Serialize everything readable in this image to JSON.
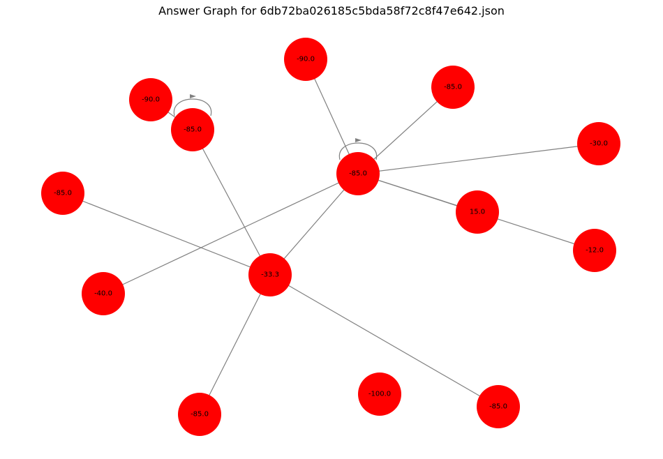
{
  "title": "Answer Graph for 6db72ba026185c5bda58f72c8f47e642.json",
  "colors": {
    "node": "#ff0000",
    "edge": "#808080",
    "label": "#000000"
  },
  "nodes": [
    {
      "id": "n_hub",
      "label": "-85.0"
    },
    {
      "id": "n_center",
      "label": "-33.3"
    },
    {
      "id": "n_upper_left",
      "label": "-85.0"
    },
    {
      "id": "n_far_upper_left",
      "label": "-90.0"
    },
    {
      "id": "n_top",
      "label": "-90.0"
    },
    {
      "id": "n_top_right",
      "label": "-85.0"
    },
    {
      "id": "n_right",
      "label": "-30.0"
    },
    {
      "id": "n_mid_right",
      "label": "15.0"
    },
    {
      "id": "n_far_right",
      "label": "-12.0"
    },
    {
      "id": "n_left",
      "label": "-85.0"
    },
    {
      "id": "n_lower_left",
      "label": "-40.0"
    },
    {
      "id": "n_bottom_left",
      "label": "-85.0"
    },
    {
      "id": "n_bottom_mid",
      "label": "-100.0"
    },
    {
      "id": "n_bottom_right",
      "label": "-85.0"
    }
  ],
  "edges": [
    {
      "source": "n_top",
      "target": "n_hub"
    },
    {
      "source": "n_hub",
      "target": "n_top_right"
    },
    {
      "source": "n_hub",
      "target": "n_right"
    },
    {
      "source": "n_hub",
      "target": "n_mid_right"
    },
    {
      "source": "n_hub",
      "target": "n_far_right"
    },
    {
      "source": "n_hub",
      "target": "n_lower_left"
    },
    {
      "source": "n_hub",
      "target": "n_center"
    },
    {
      "source": "n_upper_left",
      "target": "n_center"
    },
    {
      "source": "n_far_upper_left",
      "target": "n_upper_left"
    },
    {
      "source": "n_left",
      "target": "n_center"
    },
    {
      "source": "n_center",
      "target": "n_bottom_left"
    },
    {
      "source": "n_center",
      "target": "n_bottom_right"
    }
  ],
  "self_loops": [
    "n_hub",
    "n_upper_left"
  ]
}
